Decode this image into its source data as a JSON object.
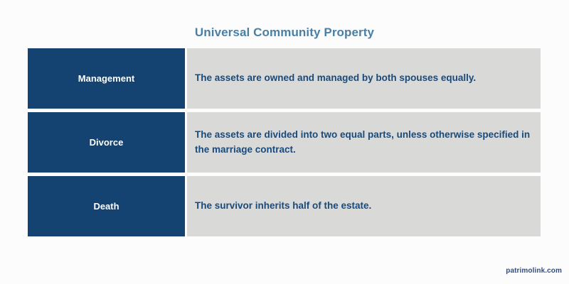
{
  "title": "Universal Community Property",
  "table": {
    "rows": [
      {
        "label": "Management",
        "description": "The assets are owned and managed by both spouses equally."
      },
      {
        "label": "Divorce",
        "description": "The assets are divided into two equal parts, unless otherwise specified in the marriage contract."
      },
      {
        "label": "Death",
        "description": "The survivor inherits half of the estate."
      }
    ]
  },
  "footer": {
    "watermark": "patrimolink.com"
  },
  "colors": {
    "title": "#4a7fa5",
    "label_cell_background": "#144372",
    "label_cell_text": "#ffffff",
    "description_cell_background": "#d9d9d7",
    "description_cell_text": "#184a7d",
    "canvas_background": "#fcfcfc",
    "watermark_text": "#2f4f82"
  }
}
